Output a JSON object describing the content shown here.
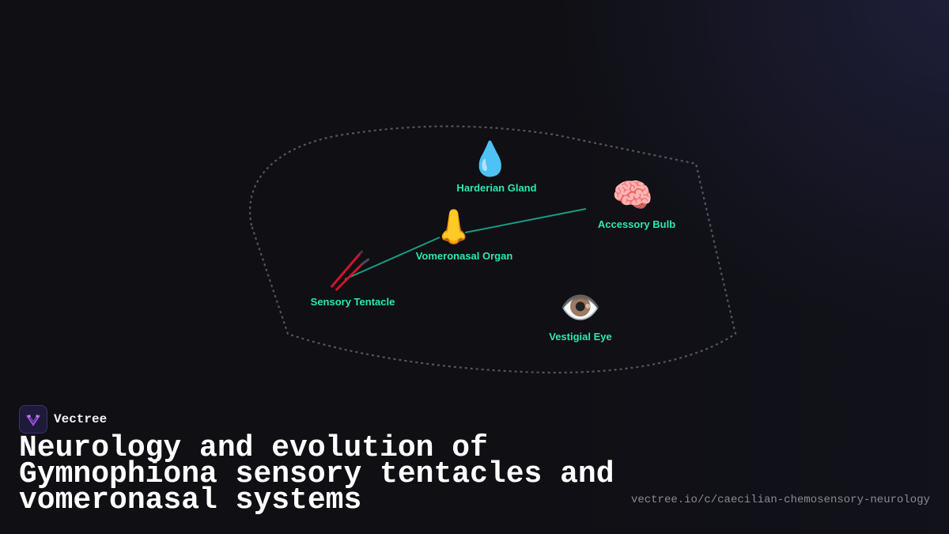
{
  "colors": {
    "background": "#0f0f14",
    "label": "#2ee8b0",
    "connector": "#1a9c82",
    "boundary": "#55555f",
    "tentacle_red": "#d0142c",
    "tentacle_dark": "#3a3a44"
  },
  "nodes": [
    {
      "id": "harderian",
      "label": "Harderian Gland",
      "icon": "💧",
      "icon_name": "droplet-icon"
    },
    {
      "id": "accessory",
      "label": "Accessory Bulb",
      "icon": "🧠",
      "icon_name": "brain-icon"
    },
    {
      "id": "vomeronasal",
      "label": "Vomeronasal Organ",
      "icon": "👃",
      "icon_name": "nose-icon"
    },
    {
      "id": "tentacle",
      "label": "Sensory Tentacle",
      "icon": "",
      "icon_name": "tentacle-icon"
    },
    {
      "id": "eye",
      "label": "Vestigial Eye",
      "icon": "👁️",
      "icon_name": "eye-icon"
    }
  ],
  "connections": [
    {
      "from": "tentacle",
      "to": "vomeronasal"
    },
    {
      "from": "vomeronasal",
      "to": "accessory"
    }
  ],
  "brand": {
    "name": "Vectree"
  },
  "title": "Neurology and evolution of Gymnophiona sensory tentacles and vomeronasal systems",
  "url": "vectree.io/c/caecilian-chemosensory-neurology"
}
